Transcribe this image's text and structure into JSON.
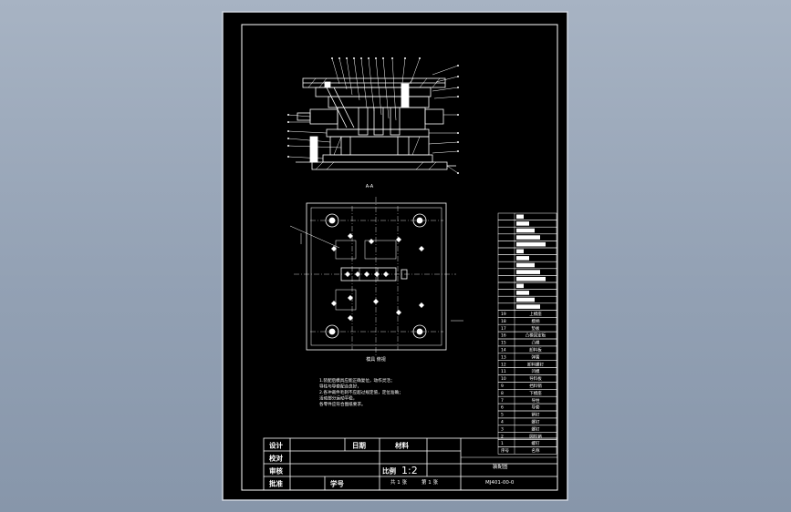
{
  "drawing": {
    "section_label": "A-A",
    "plan_label": "模具 俯视",
    "notes": [
      "1.装配后模具应能正确复位，动作灵活；",
      "导柱与导套配合良好，",
      "2.各冲裁件毛刺不应超过规定值，定位准确；",
      "活动部分运动平稳，",
      "各零件应符合图纸要求。"
    ]
  },
  "parts_table": {
    "rows": [
      {
        "no": "19",
        "name": "上模座"
      },
      {
        "no": "18",
        "name": "模柄"
      },
      {
        "no": "17",
        "name": "垫板"
      },
      {
        "no": "16",
        "name": "凸模固定板"
      },
      {
        "no": "15",
        "name": "凸模"
      },
      {
        "no": "14",
        "name": "卸料板"
      },
      {
        "no": "13",
        "name": "弹簧"
      },
      {
        "no": "12",
        "name": "卸料螺钉"
      },
      {
        "no": "11",
        "name": "凹模"
      },
      {
        "no": "10",
        "name": "导料板"
      },
      {
        "no": "9",
        "name": "挡料销"
      },
      {
        "no": "8",
        "name": "下模座"
      },
      {
        "no": "7",
        "name": "导柱"
      },
      {
        "no": "6",
        "name": "导套"
      },
      {
        "no": "5",
        "name": "销钉"
      },
      {
        "no": "4",
        "name": "螺钉"
      },
      {
        "no": "3",
        "name": "螺钉"
      },
      {
        "no": "2",
        "name": "圆柱销"
      },
      {
        "no": "1",
        "name": "螺钉"
      }
    ],
    "header": {
      "no": "序号",
      "name": "名称"
    }
  },
  "title_block": {
    "designed": "设计",
    "checked": "校对",
    "reviewed": "审核",
    "approved": "批准",
    "date": "日期",
    "material": "材料",
    "scale_label": "比例",
    "scale_value": "1:2",
    "drawing_name": "装配图",
    "sheet_total": "共 1 张",
    "sheet_no": "第 1 张",
    "student_no": "学号",
    "drawing_code": "MJ401-00-0"
  },
  "colors": {
    "paper": "#000000",
    "line": "#ffffff",
    "frame": "#ffffff",
    "background": "#98a5b8"
  }
}
